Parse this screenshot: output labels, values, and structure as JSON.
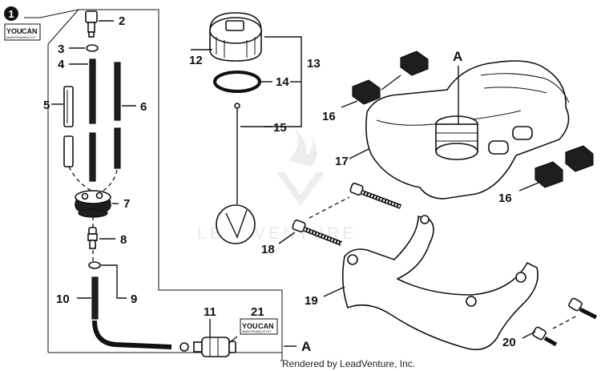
{
  "diagram": {
    "callouts": {
      "p1": "1",
      "p2": "2",
      "p3": "3",
      "p4": "4",
      "p5": "5",
      "p6": "6",
      "p7": "7",
      "p8": "8",
      "p9": "9",
      "p10": "10",
      "p11": "11",
      "p12": "12",
      "p13": "13",
      "p14": "14",
      "p15": "15",
      "p16a": "16",
      "p16b": "16",
      "p17": "17",
      "p18": "18",
      "p19": "19",
      "p20": "20",
      "p21": "21",
      "refA_tank": "A",
      "refA_filter": "A"
    },
    "kit_badges": {
      "top_you": "YOU",
      "top_can": "CAN",
      "top_sub": "MAINTENANCE KIT",
      "bottom_you": "YOU",
      "bottom_can": "CAN",
      "bottom_sub": "MAINTENANCE KIT"
    },
    "watermark": "LEADVENTURE",
    "credit": "Rendered by LeadVenture, Inc."
  }
}
